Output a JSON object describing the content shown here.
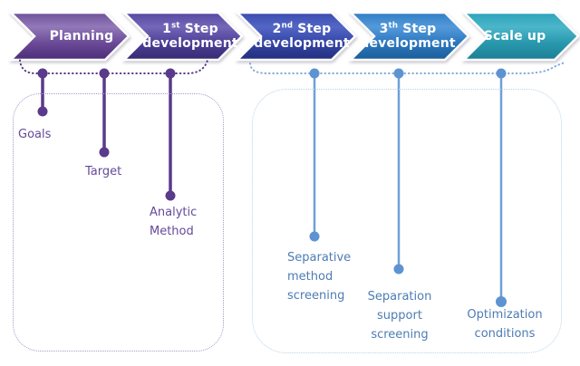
{
  "steps": [
    {
      "name": "planning",
      "line1_pre": "Planning",
      "line1_sup": "",
      "line1_post": "",
      "line2": ""
    },
    {
      "name": "step-1",
      "line1_pre": "1",
      "line1_sup": "st",
      "line1_post": " Step",
      "line2": "development"
    },
    {
      "name": "step-2",
      "line1_pre": "2",
      "line1_sup": "nd",
      "line1_post": " Step",
      "line2": "development"
    },
    {
      "name": "step-3",
      "line1_pre": "3",
      "line1_sup": "th",
      "line1_post": " Step",
      "line2": "development"
    },
    {
      "name": "scale-up",
      "line1_pre": "Scale up",
      "line1_sup": "",
      "line1_post": "",
      "line2": ""
    }
  ],
  "planning_group": {
    "items": [
      {
        "label": "Goals"
      },
      {
        "label": "Target"
      },
      {
        "label": "Analytic Method"
      }
    ]
  },
  "development_group": {
    "items": [
      {
        "label": "Separative method screening"
      },
      {
        "label": "Separation support screening"
      },
      {
        "label": "Optimization conditions"
      }
    ]
  },
  "colors": {
    "chevron_planning": "#6a4a96",
    "chevron_step1": "#4c3f96",
    "chevron_step2": "#3343a4",
    "chevron_step3": "#2c77bd",
    "chevron_scale_up": "#2898ad",
    "purple_accent": "#5a3a8a",
    "purple_text": "#64499b",
    "blue_accent": "#5e93d1",
    "blue_text": "#4d7cb4",
    "chevron_text": "#ffffff"
  }
}
